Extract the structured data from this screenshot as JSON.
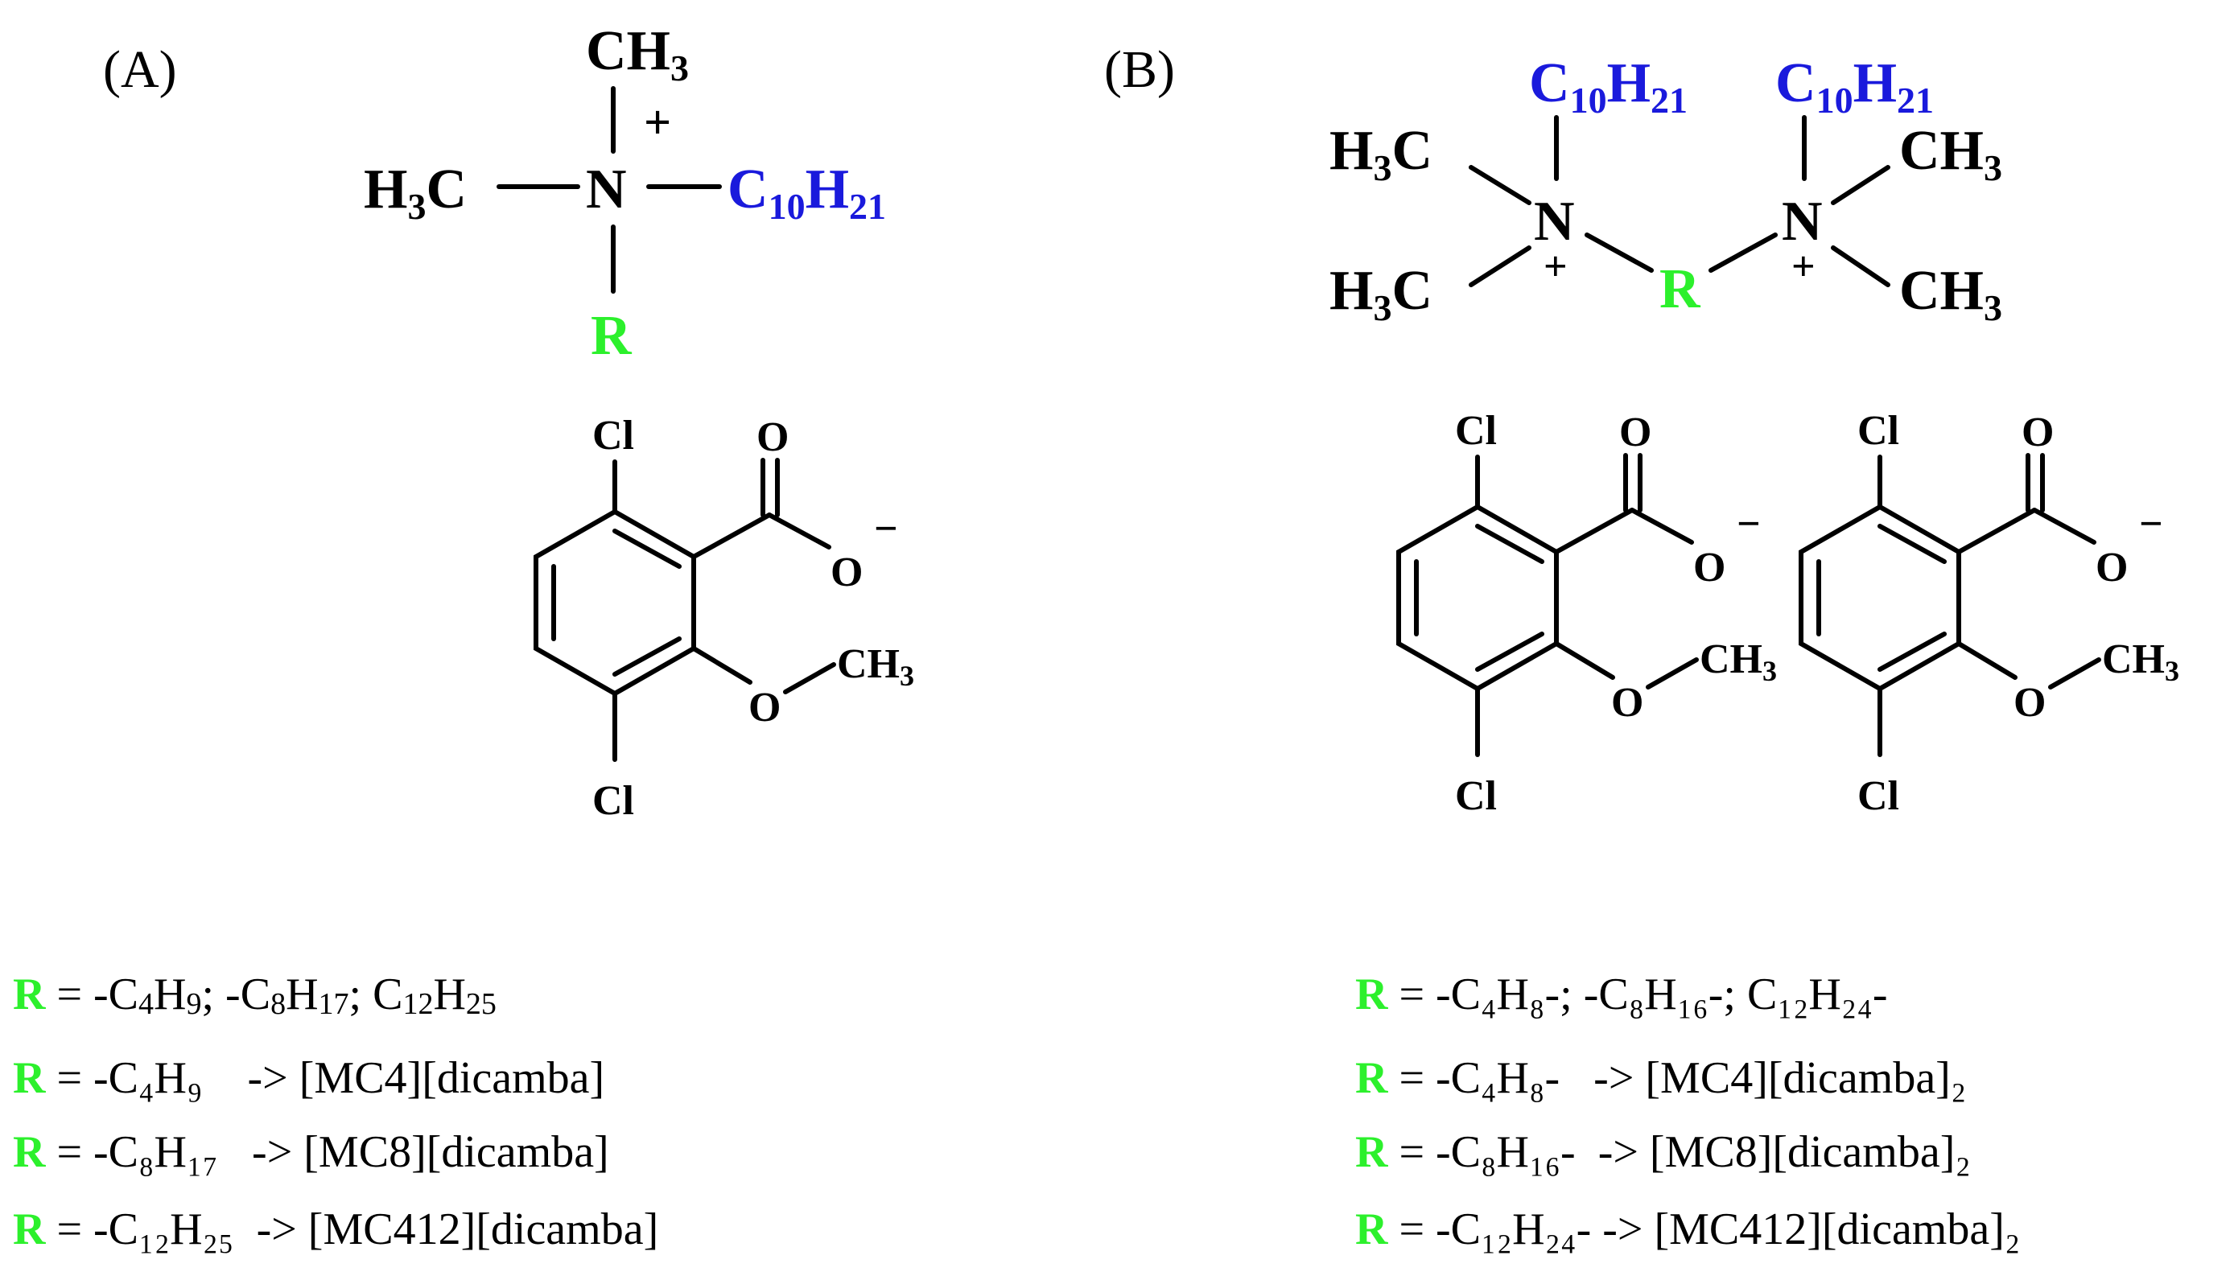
{
  "panels": {
    "a": {
      "label": "(A)",
      "cation": {
        "top_group": "CH",
        "top_group_sub": "3",
        "left_group": "H",
        "left_group_sub": "3",
        "left_group_tail": "C",
        "center_atom": "N",
        "charge": "+",
        "chain": "C",
        "chain_sub1": "10",
        "chain_h": "H",
        "chain_sub2": "21",
        "r_label": "R"
      },
      "anion": {
        "cl_top": "Cl",
        "cl_bottom": "Cl",
        "o_double": "O",
        "o_minus": "O",
        "minus": "−",
        "o_ether": "O",
        "methyl": "CH",
        "methyl_sub": "3"
      },
      "definitions": [
        {
          "r": "R",
          "eq": " = -C",
          "parts": [
            "4",
            "H",
            "9",
            "; -C",
            "8",
            "H",
            "17",
            "; C",
            "12",
            "H",
            "25"
          ]
        },
        {
          "r": "R",
          "text": " = -C₄H₉    -> [MC4][dicamba]"
        },
        {
          "r": "R",
          "text": " = -C₈H₁₇   -> [MC8][dicamba]"
        },
        {
          "r": "R",
          "text": " = -C₁₂H₂₅  -> [MC412][dicamba]"
        }
      ]
    },
    "b": {
      "label": "(B)",
      "cation": {
        "chain": "C",
        "chain_sub1": "10",
        "chain_h": "H",
        "chain_sub2": "21",
        "methyl_left": "H",
        "methyl_left_sub": "3",
        "methyl_left_tail": "C",
        "methyl_right": "CH",
        "methyl_right_sub": "3",
        "n": "N",
        "charge": "+",
        "r_label": "R"
      },
      "anion": {
        "cl_top": "Cl",
        "cl_bottom": "Cl",
        "o_double": "O",
        "o_minus": "O",
        "minus": "−",
        "o_ether": "O",
        "methyl": "CH",
        "methyl_sub": "3"
      },
      "definitions": [
        {
          "r": "R",
          "text": " = -C₄H₈-; -C₈H₁₆-; C₁₂H₂₄-"
        },
        {
          "r": "R",
          "text": " = -C₄H₈-   -> [MC4][dicamba]₂"
        },
        {
          "r": "R",
          "text": " = -C₈H₁₆-  -> [MC8][dicamba]₂"
        },
        {
          "r": "R",
          "text": " = -C₁₂H₂₄- -> [MC412][dicamba]₂"
        }
      ]
    }
  },
  "colors": {
    "chain": "#1a1adc",
    "r_group": "#2cf02c",
    "text": "#000000"
  }
}
